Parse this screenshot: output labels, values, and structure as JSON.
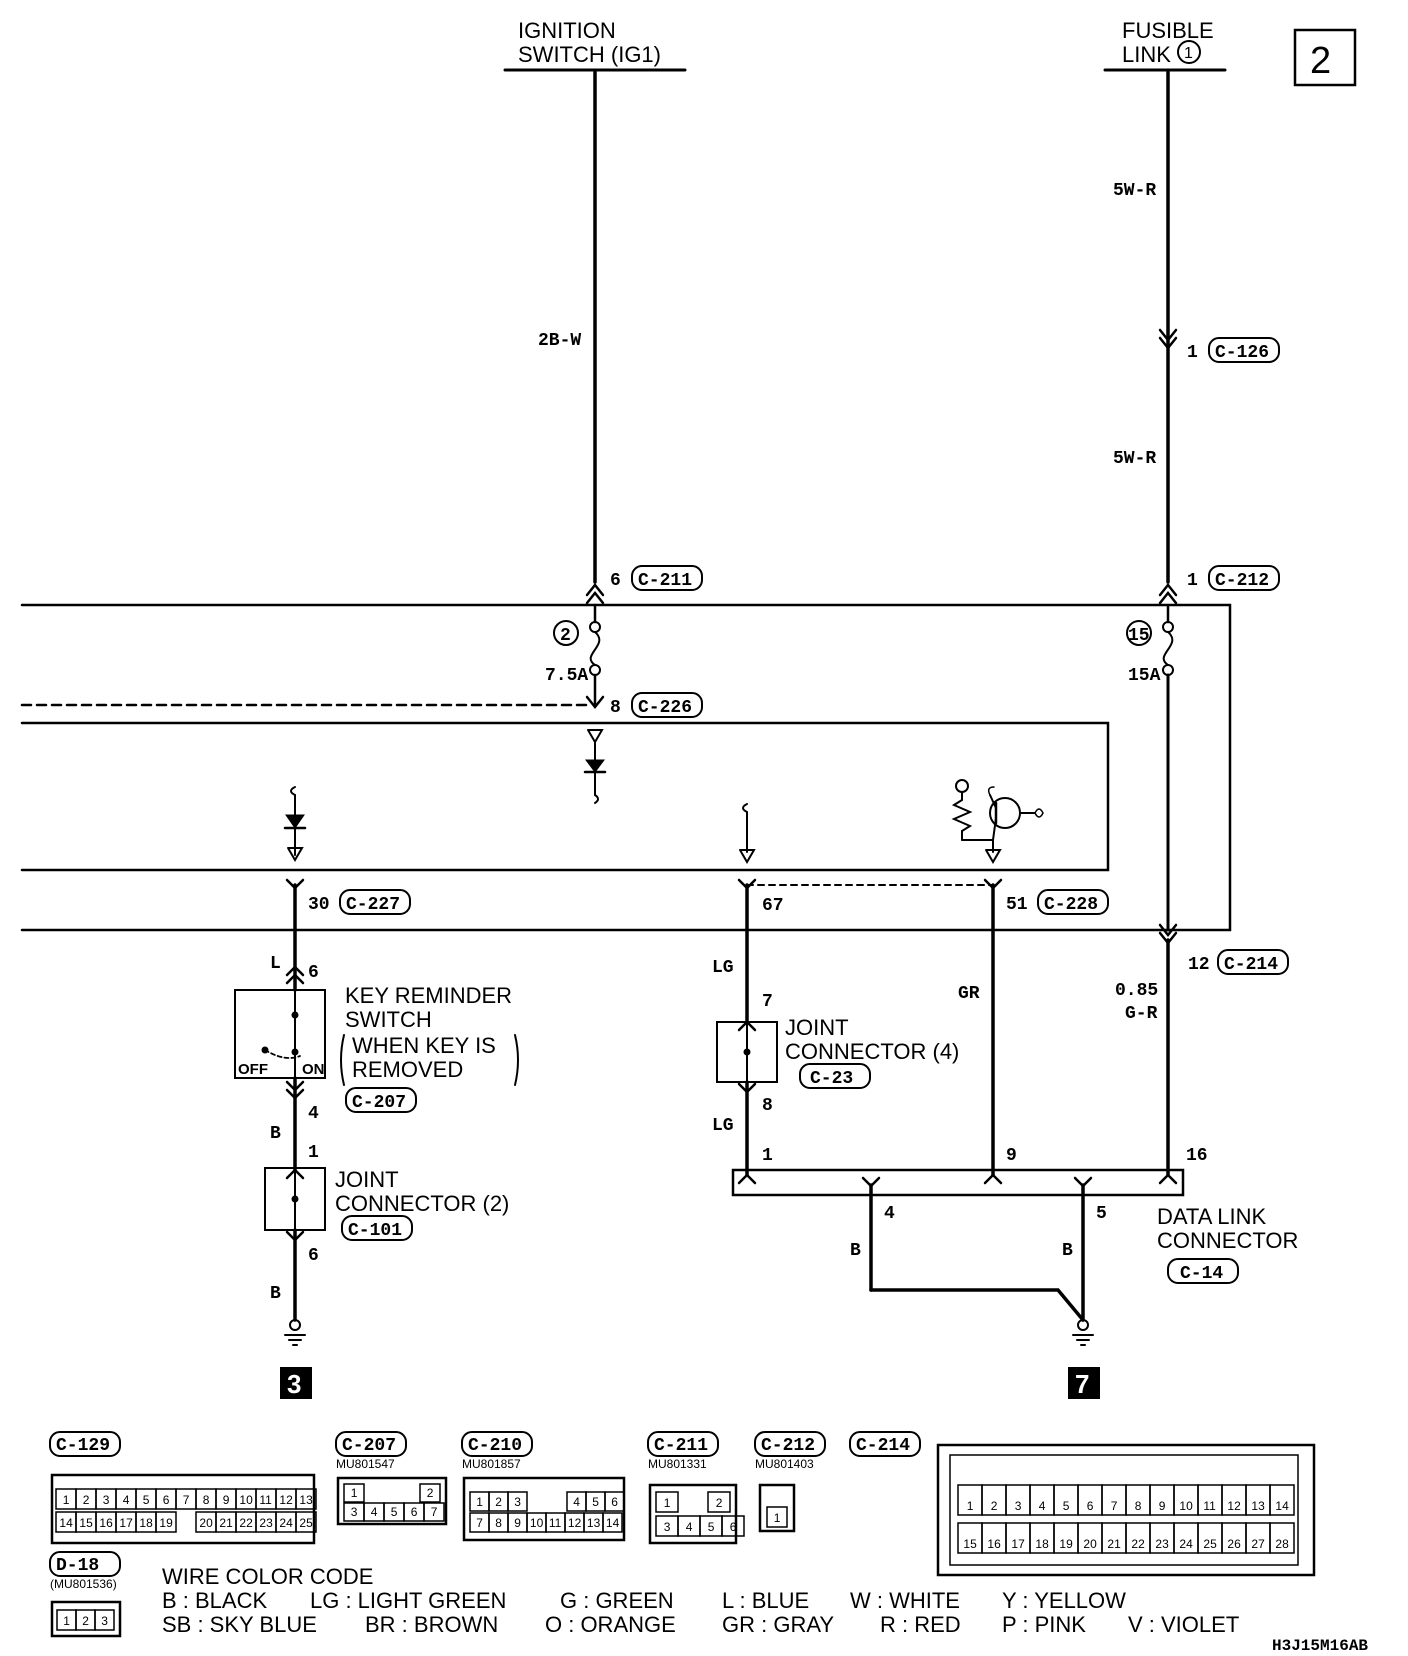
{
  "page_number": "2",
  "sources": {
    "ignition": [
      "IGNITION",
      "SWITCH (IG1)"
    ],
    "fusible": [
      "FUSIBLE",
      "LINK"
    ],
    "fusible_num": "1"
  },
  "wires": {
    "w2bw": "2B-W",
    "w5wr_top": "5W-R",
    "w5wr_mid": "5W-R",
    "wL": "L",
    "wB1": "B",
    "wB2": "B",
    "wLG1": "LG",
    "wLG2": "LG",
    "wGR": "GR",
    "w085": "0.85",
    "wGR2": "G-R",
    "wB3": "B",
    "wB4": "B"
  },
  "pins": {
    "p6_211": "6",
    "p1_126": "1",
    "p1_212": "1",
    "p8_226": "8",
    "p30_227": "30",
    "p67": "67",
    "p51_228": "51",
    "p12_214": "12",
    "p6_krs": "6",
    "p4_krs": "4",
    "p1_jc2": "1",
    "p6_jc2": "6",
    "p7_jc4": "7",
    "p8_jc4": "8",
    "p1_dlc": "1",
    "p9_dlc": "9",
    "p16_dlc": "16",
    "p4_dlc": "4",
    "p5_dlc": "5"
  },
  "connectors": {
    "c211": "C-211",
    "c126": "C-126",
    "c212": "C-212",
    "c226": "C-226",
    "c227": "C-227",
    "c228": "C-228",
    "c214": "C-214",
    "c207": "C-207",
    "c101": "C-101",
    "c23": "C-23",
    "c14": "C-14"
  },
  "fuses": {
    "f2_num": "2",
    "f2_amp": "7.5A",
    "f15_num": "15",
    "f15_amp": "15A"
  },
  "components": {
    "krs": [
      "KEY REMINDER",
      "SWITCH",
      "WHEN KEY IS",
      "REMOVED"
    ],
    "krs_off": "OFF",
    "krs_on": "ON",
    "jc2": [
      "JOINT",
      "CONNECTOR (2)"
    ],
    "jc4": [
      "JOINT",
      "CONNECTOR (4)"
    ],
    "dlc": [
      "DATA LINK",
      "CONNECTOR"
    ]
  },
  "grounds": {
    "g3": "3",
    "g7": "7"
  },
  "legend": {
    "connectors": [
      {
        "id": "C-129"
      },
      {
        "id": "C-207",
        "part": "MU801547"
      },
      {
        "id": "C-210",
        "part": "MU801857"
      },
      {
        "id": "C-211",
        "part": "MU801331"
      },
      {
        "id": "C-212",
        "part": "MU801403"
      },
      {
        "id": "C-214"
      },
      {
        "id": "D-18",
        "part": "(MU801536)"
      }
    ],
    "c129_top": [
      "1",
      "2",
      "3",
      "4",
      "5",
      "6",
      "7",
      "8",
      "9",
      "10",
      "11",
      "12",
      "13"
    ],
    "c129_bot": [
      "14",
      "15",
      "16",
      "17",
      "18",
      "19",
      "20",
      "21",
      "22",
      "23",
      "24",
      "25"
    ],
    "c207_top": [
      "1",
      "2"
    ],
    "c207_bot": [
      "3",
      "4",
      "5",
      "6",
      "7"
    ],
    "c210_top": [
      "1",
      "2",
      "3",
      "4",
      "5",
      "6"
    ],
    "c210_bot": [
      "7",
      "8",
      "9",
      "10",
      "11",
      "12",
      "13",
      "14"
    ],
    "c211_top": [
      "1",
      "2"
    ],
    "c211_bot": [
      "3",
      "4",
      "5",
      "6"
    ],
    "c212_pins": [
      "1"
    ],
    "c214_top": [
      "1",
      "2",
      "3",
      "4",
      "5",
      "6",
      "7",
      "8",
      "9",
      "10",
      "11",
      "12",
      "13",
      "14"
    ],
    "c214_bot": [
      "15",
      "16",
      "17",
      "18",
      "19",
      "20",
      "21",
      "22",
      "23",
      "24",
      "25",
      "26",
      "27",
      "28"
    ],
    "d18_pins": [
      "1",
      "2",
      "3"
    ],
    "color_code_title": "WIRE COLOR CODE",
    "color_row1": [
      "B : BLACK",
      "LG : LIGHT GREEN",
      "G : GREEN",
      "L : BLUE",
      "W : WHITE",
      "Y : YELLOW"
    ],
    "color_row2": [
      "SB : SKY BLUE",
      "BR : BROWN",
      "O : ORANGE",
      "GR : GRAY",
      "R : RED",
      "P : PINK",
      "V : VIOLET"
    ]
  },
  "footer_code": "H3J15M16AB"
}
